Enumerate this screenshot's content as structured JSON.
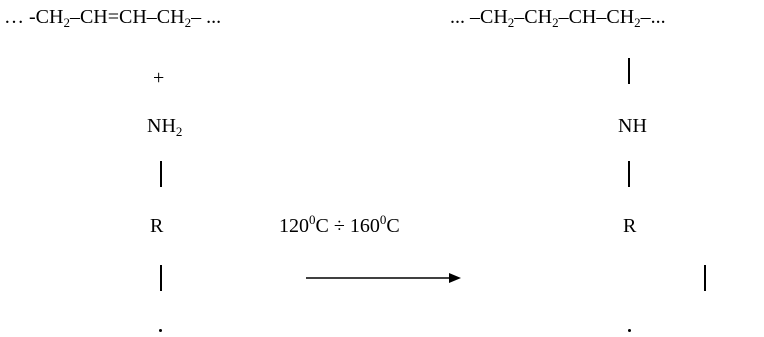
{
  "reactant": {
    "chain": {
      "lead": "… -CH",
      "sub1": "2",
      "mid1": "–CH=CH–CH",
      "sub2": "2",
      "tail": "– ..."
    },
    "plus": "+",
    "amine": {
      "base": "NH",
      "sub": "2"
    },
    "group": "R"
  },
  "product": {
    "chain": {
      "lead": "... –CH",
      "sub1": "2",
      "mid1": "–CH",
      "sub2": "2",
      "mid2": "–CH–CH",
      "sub3": "2",
      "tail": "–..."
    },
    "amine": "NH",
    "group": "R"
  },
  "conditions": {
    "t1": "120",
    "sup1": "0",
    "u1": "C ÷ 160",
    "sup2": "0",
    "u2": "C"
  }
}
